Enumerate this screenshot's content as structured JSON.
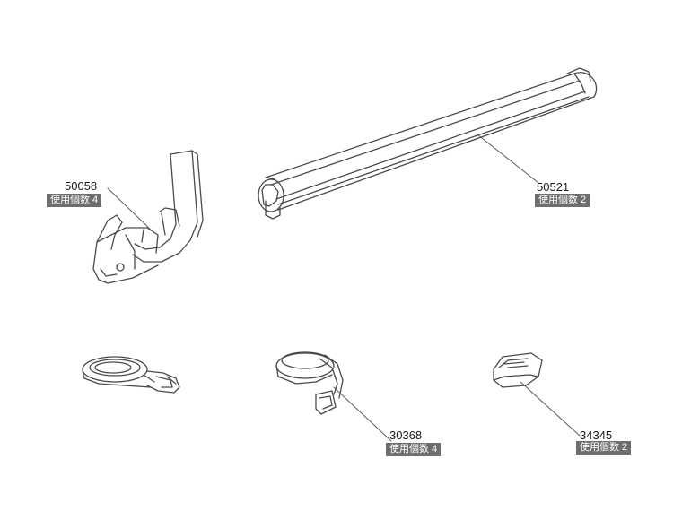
{
  "colors": {
    "line": "#4a4a4a",
    "badge": "#6e6e6e",
    "background": "#ffffff"
  },
  "parts": [
    {
      "id": "clamp",
      "icon": "strap-clamp-icon",
      "number": "50058",
      "qty_label": "使用個数 4"
    },
    {
      "id": "rail",
      "icon": "rail-profile-icon",
      "number": "50521",
      "qty_label": "使用個数 2"
    },
    {
      "id": "strap-buckle",
      "icon": "ratchet-strap-icon",
      "number": "",
      "qty_label": ""
    },
    {
      "id": "strap",
      "icon": "coiled-strap-icon",
      "number": "30368",
      "qty_label": "使用個数 4"
    },
    {
      "id": "cap",
      "icon": "end-cap-icon",
      "number": "34345",
      "qty_label": "使用個数 2"
    }
  ]
}
